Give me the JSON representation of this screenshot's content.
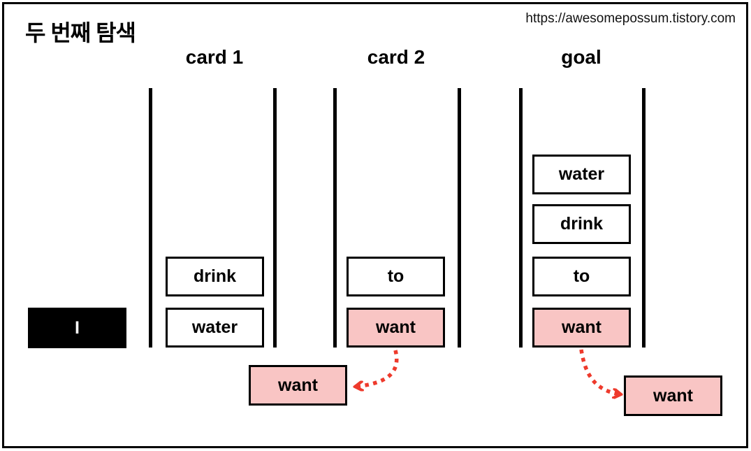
{
  "header": {
    "title": "두 번째 탐색",
    "watermark": "https://awesomepossum.tistory.com"
  },
  "stacks": [
    {
      "label": "card 1",
      "items": [
        {
          "text": "drink",
          "highlighted": false
        },
        {
          "text": "water",
          "highlighted": false
        }
      ]
    },
    {
      "label": "card 2",
      "items": [
        {
          "text": "to",
          "highlighted": false
        },
        {
          "text": "want",
          "highlighted": true
        }
      ]
    },
    {
      "label": "goal",
      "items": [
        {
          "text": "water",
          "highlighted": false
        },
        {
          "text": "drink",
          "highlighted": false
        },
        {
          "text": "to",
          "highlighted": false
        },
        {
          "text": "want",
          "highlighted": true
        }
      ]
    }
  ],
  "cursor": {
    "label": "I"
  },
  "popouts": [
    {
      "text": "want",
      "from": "card 2",
      "direction": "left"
    },
    {
      "text": "want",
      "from": "goal",
      "direction": "right"
    }
  ],
  "colors": {
    "highlight_pink": "#f9c5c4",
    "arrow_red": "#ee3a2c",
    "ink": "#000000"
  }
}
